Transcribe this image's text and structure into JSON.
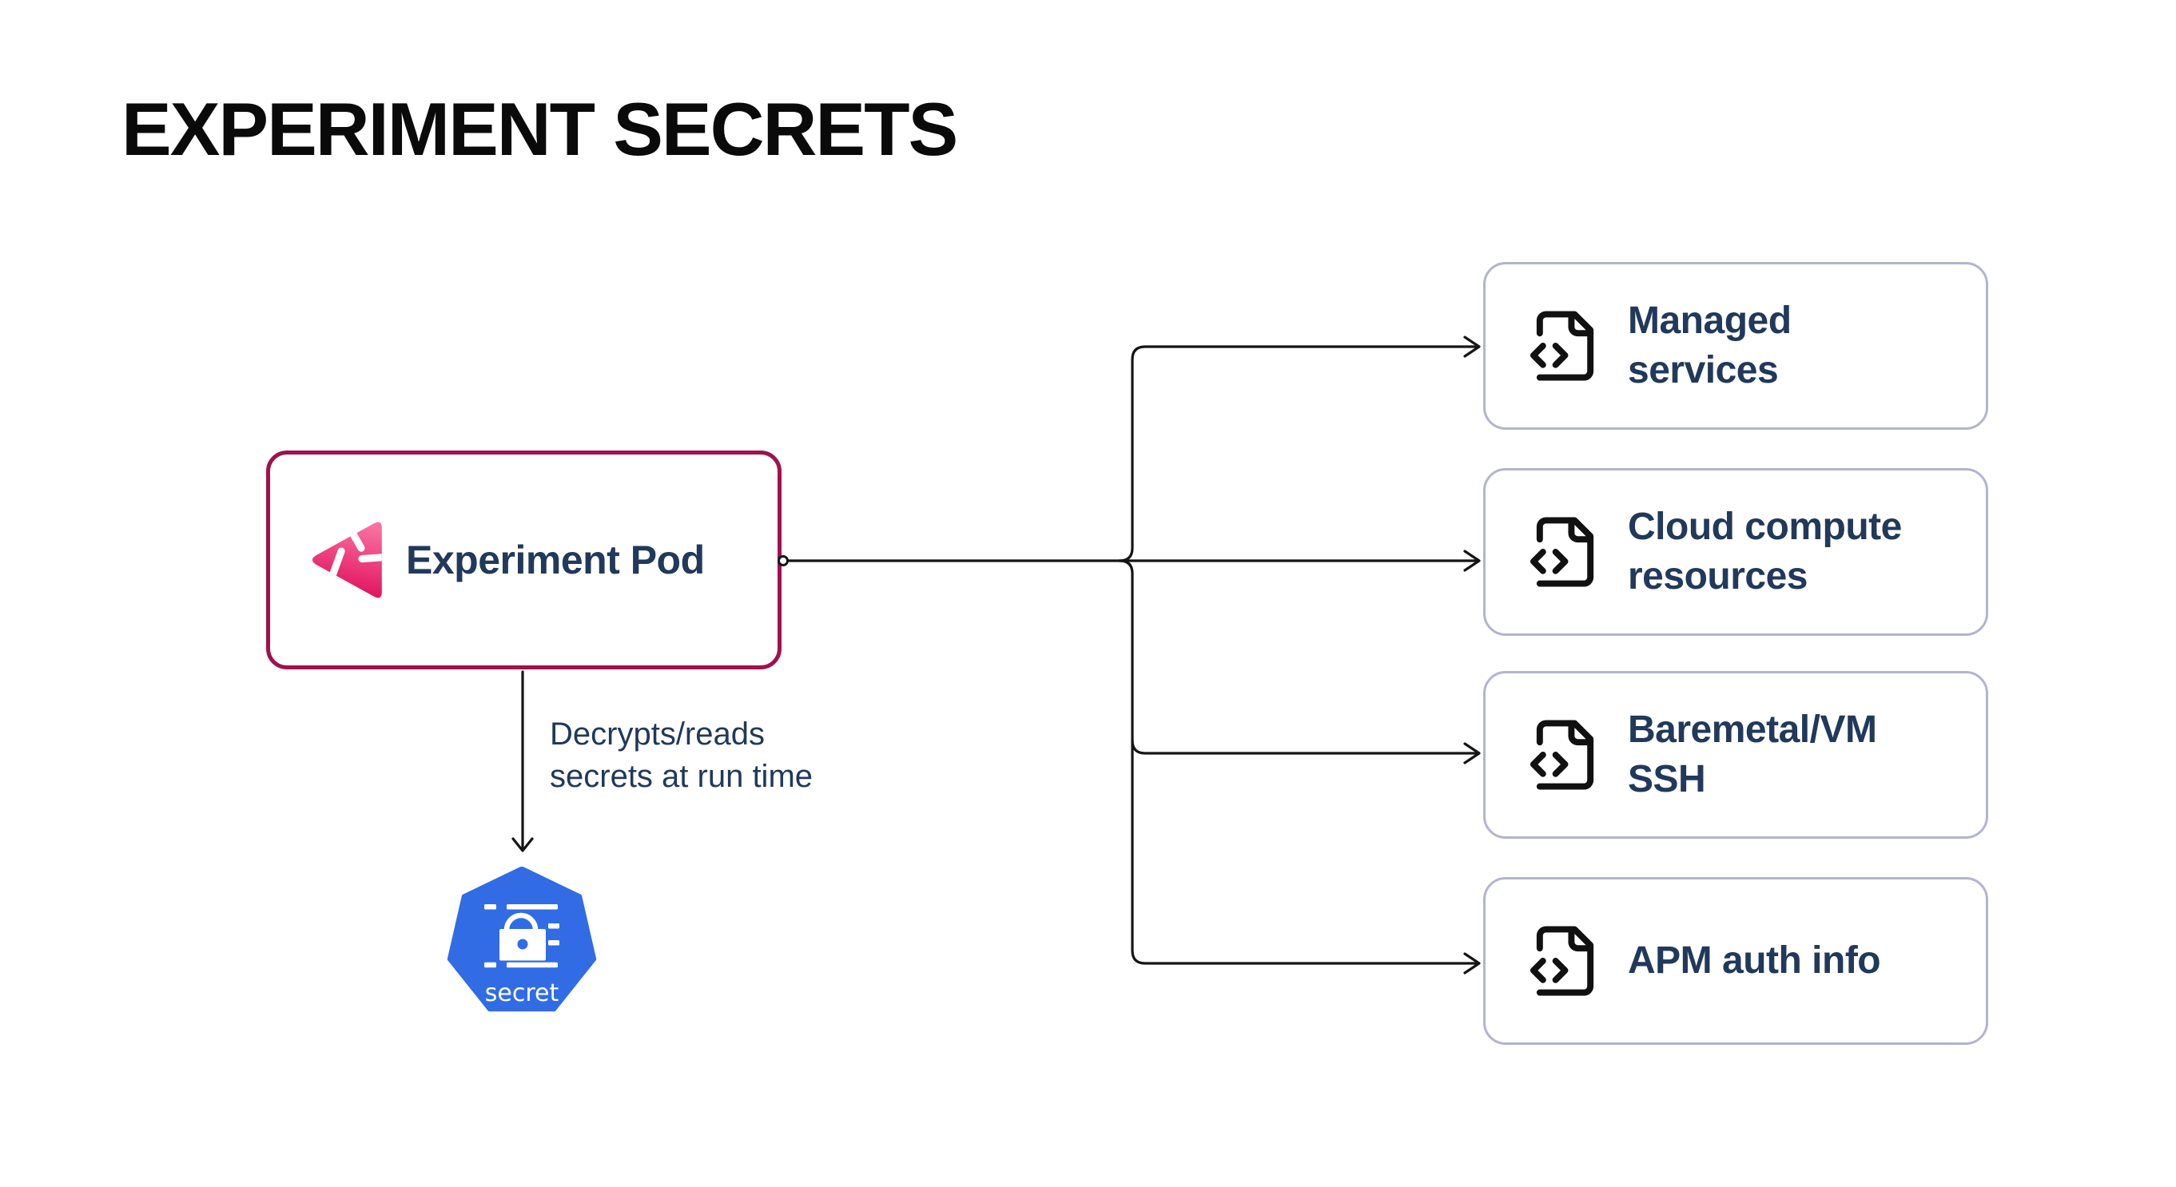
{
  "page": {
    "title": "EXPERIMENT SECRETS",
    "background": "#ffffff"
  },
  "pod": {
    "label": "Experiment Pod",
    "border_color": "#A0114E",
    "logo_icon": "runai-triangle-icon",
    "logo_gradient": [
      "#F9729F",
      "#DF0A59"
    ]
  },
  "flow": {
    "annotation": "Decrypts/reads\nsecrets at run time",
    "line_color": "#151515"
  },
  "kubernetes_secret": {
    "label": "secret",
    "shape": "heptagon",
    "color": "#326CE5",
    "glyph": "padlock-redacted-lines-icon"
  },
  "targets": {
    "border_color": "#B3B4CE",
    "icon": "file-code-icon",
    "text_color": "#21395A",
    "items": [
      {
        "label": "Managed\nservices"
      },
      {
        "label": "Cloud compute\nresources"
      },
      {
        "label": "Baremetal/VM\nSSH"
      },
      {
        "label": "APM auth info"
      }
    ]
  }
}
